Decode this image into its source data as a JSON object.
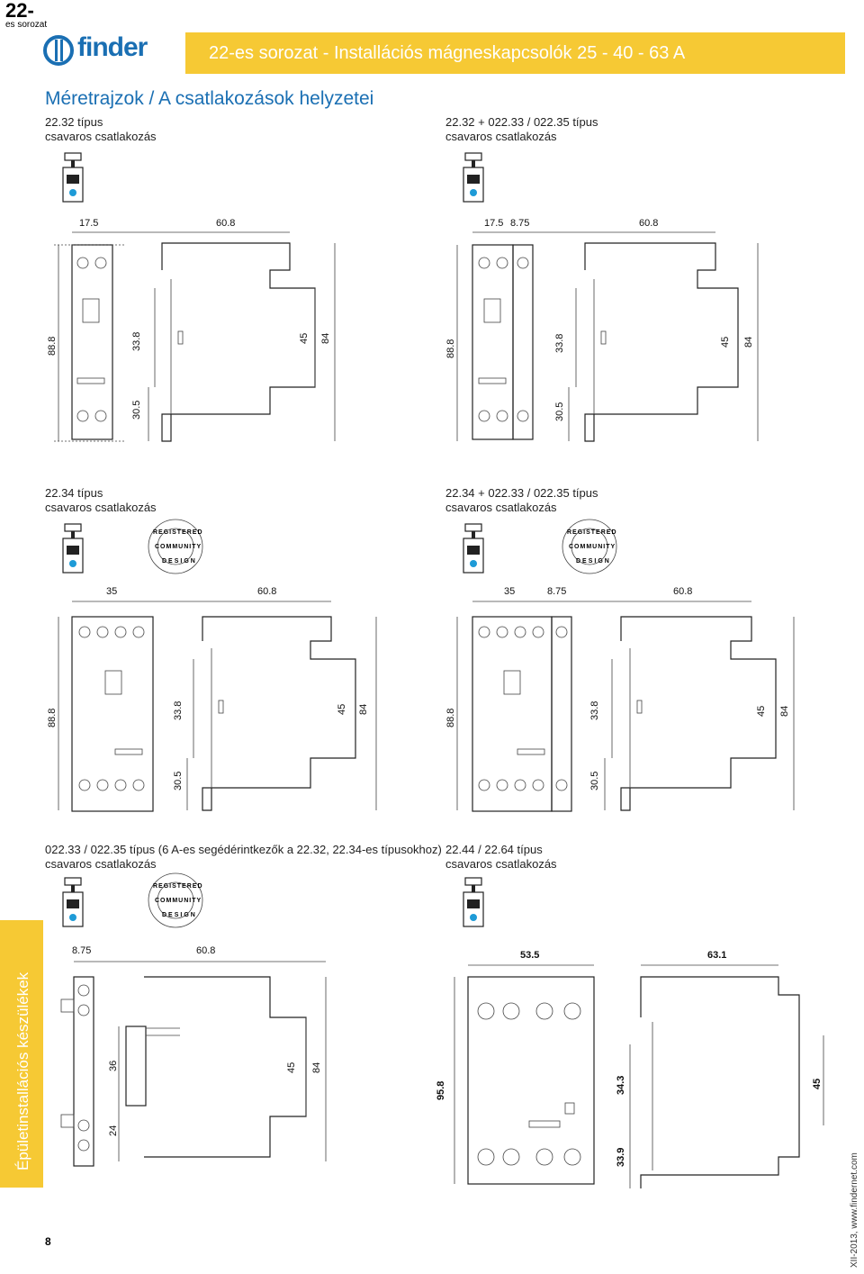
{
  "header": {
    "series_number": "22-",
    "series_label": "es sorozat",
    "brand": "finder",
    "title": "22-es sorozat - Installációs mágneskapcsolók 25 - 40 - 63 A"
  },
  "subtitle": "Méretrajzok / A csatlakozások helyzetei",
  "drawings": [
    {
      "type_line": "22.32 típus",
      "connection": "csavaros csatlakozás",
      "dims": {
        "w1": "17.5",
        "w2": "60.8",
        "h1": "88.8",
        "h2": "33.8",
        "h3": "45",
        "h4": "84",
        "h5": "30.5"
      }
    },
    {
      "type_line": "22.32 + 022.33 / 022.35 típus",
      "connection": "csavaros csatlakozás",
      "dims": {
        "w1": "17.5",
        "w1b": "8.75",
        "w2": "60.8",
        "h1": "88.8",
        "h2": "33.8",
        "h3": "45",
        "h4": "84",
        "h5": "30.5"
      }
    },
    {
      "type_line": "22.34 típus",
      "connection": "csavaros csatlakozás",
      "dims": {
        "w1": "35",
        "w2": "60.8",
        "h1": "88.8",
        "h2": "33.8",
        "h3": "45",
        "h4": "84",
        "h5": "30.5"
      }
    },
    {
      "type_line": "22.34 + 022.33 / 022.35 típus",
      "connection": "csavaros csatlakozás",
      "dims": {
        "w1": "35",
        "w1b": "8.75",
        "w2": "60.8",
        "h1": "88.8",
        "h2": "33.8",
        "h3": "45",
        "h4": "84",
        "h5": "30.5"
      }
    },
    {
      "type_line": "022.33 / 022.35 típus (6 A-es segédérintkezők a 22.32, 22.34-es típusokhoz)",
      "connection": "csavaros csatlakozás",
      "dims": {
        "w1": "8.75",
        "w2": "60.8",
        "h1": "36",
        "h2": "24",
        "h3": "45",
        "h4": "84"
      }
    },
    {
      "type_line": "22.44 / 22.64 típus",
      "connection": "csavaros csatlakozás",
      "dims": {
        "w1": "53.5",
        "w2": "63.1",
        "h1": "95.8",
        "h2": "34.3",
        "h3": "33.9",
        "h4": "45"
      }
    }
  ],
  "badge_words": [
    "REGISTERED",
    "COMMUNITY",
    "DESIGN"
  ],
  "side_label": "Épületinstallációs készülékek",
  "page_number": "8",
  "footer": "XII-2013, www.findernet.com",
  "colors": {
    "accent_yellow": "#f6c934",
    "brand_blue": "#1a6fb3",
    "terminal_blue": "#1e9bd7"
  }
}
